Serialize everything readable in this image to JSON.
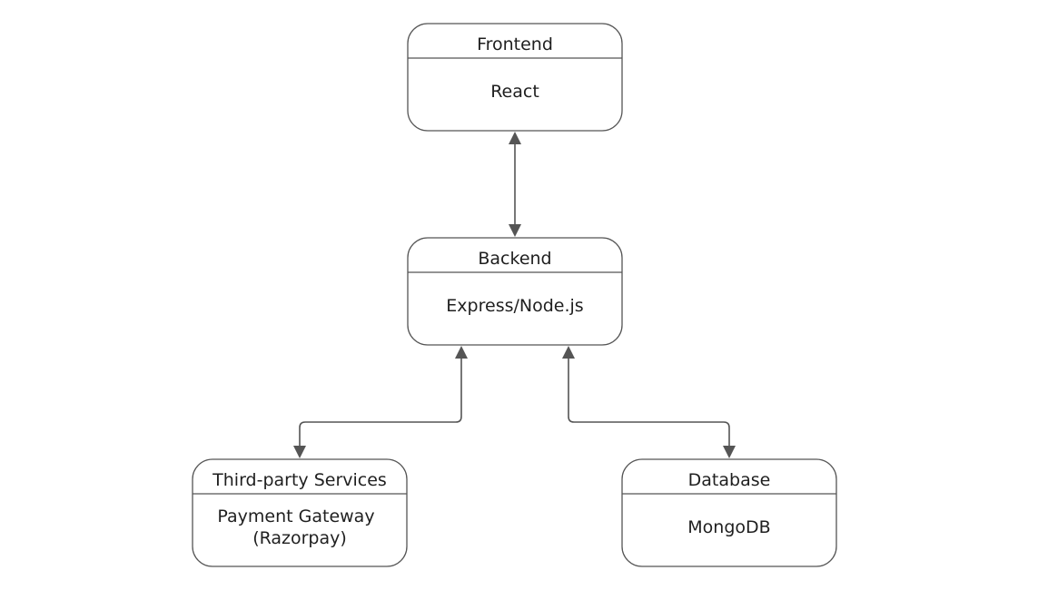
{
  "diagram": {
    "nodes": {
      "frontend": {
        "title": "Frontend",
        "body": [
          "React"
        ]
      },
      "backend": {
        "title": "Backend",
        "body": [
          "Express/Node.js"
        ]
      },
      "third_party": {
        "title": "Third-party Services",
        "body": [
          "Payment Gateway",
          "(Razorpay)"
        ]
      },
      "database": {
        "title": "Database",
        "body": [
          "MongoDB"
        ]
      }
    },
    "edges": [
      {
        "from": "frontend",
        "to": "backend",
        "direction": "bidirectional"
      },
      {
        "from": "backend",
        "to": "third_party",
        "direction": "bidirectional"
      },
      {
        "from": "backend",
        "to": "database",
        "direction": "bidirectional"
      }
    ],
    "colors": {
      "stroke": "#555555",
      "fill": "#ffffff",
      "text": "#1f1f1f"
    }
  }
}
